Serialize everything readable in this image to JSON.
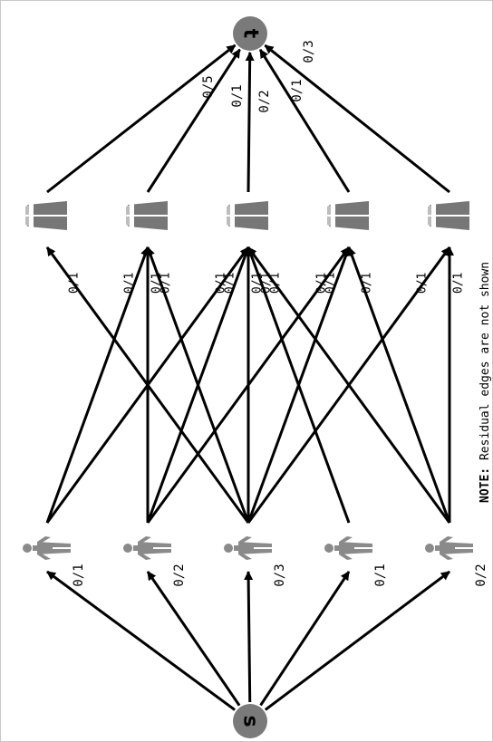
{
  "source_label": "s",
  "sink_label": "t",
  "note_prefix": "NOTE:",
  "note_text": " Residual edges are not shown",
  "people": [
    {
      "id": "p1",
      "label": "0/1"
    },
    {
      "id": "p2",
      "label": "0/2"
    },
    {
      "id": "p3",
      "label": "0/3"
    },
    {
      "id": "p4",
      "label": "0/1"
    },
    {
      "id": "p5",
      "label": "0/2"
    }
  ],
  "books": [
    {
      "id": "b1",
      "label": "0/5"
    },
    {
      "id": "b2",
      "label": "0/1"
    },
    {
      "id": "b3",
      "label": "0/2"
    },
    {
      "id": "b4",
      "label": "0/1"
    },
    {
      "id": "b5",
      "label": "0/3"
    }
  ],
  "middle_edges": [
    {
      "from": "p1",
      "to": "b2",
      "label": "0/1"
    },
    {
      "from": "p1",
      "to": "b3",
      "label": "0/1"
    },
    {
      "from": "p2",
      "to": "b2",
      "label": "0/1"
    },
    {
      "from": "p2",
      "to": "b3",
      "label": "0/1"
    },
    {
      "from": "p2",
      "to": "b4",
      "label": "0/1"
    },
    {
      "from": "p3",
      "to": "b1",
      "label": "0/1"
    },
    {
      "from": "p3",
      "to": "b2",
      "label": "0/1"
    },
    {
      "from": "p3",
      "to": "b3",
      "label": "0/1"
    },
    {
      "from": "p3",
      "to": "b4",
      "label": "0/1"
    },
    {
      "from": "p3",
      "to": "b5",
      "label": "0/1"
    },
    {
      "from": "p4",
      "to": "b3",
      "label": "0/1"
    },
    {
      "from": "p5",
      "to": "b3",
      "label": "0/1"
    },
    {
      "from": "p5",
      "to": "b4",
      "label": "0/1"
    },
    {
      "from": "p5",
      "to": "b5",
      "label": "0/1"
    }
  ],
  "colors": {
    "node": "#7a7a7a",
    "edge": "#000000",
    "figure": "#8a8a8a",
    "book": "#777777"
  }
}
